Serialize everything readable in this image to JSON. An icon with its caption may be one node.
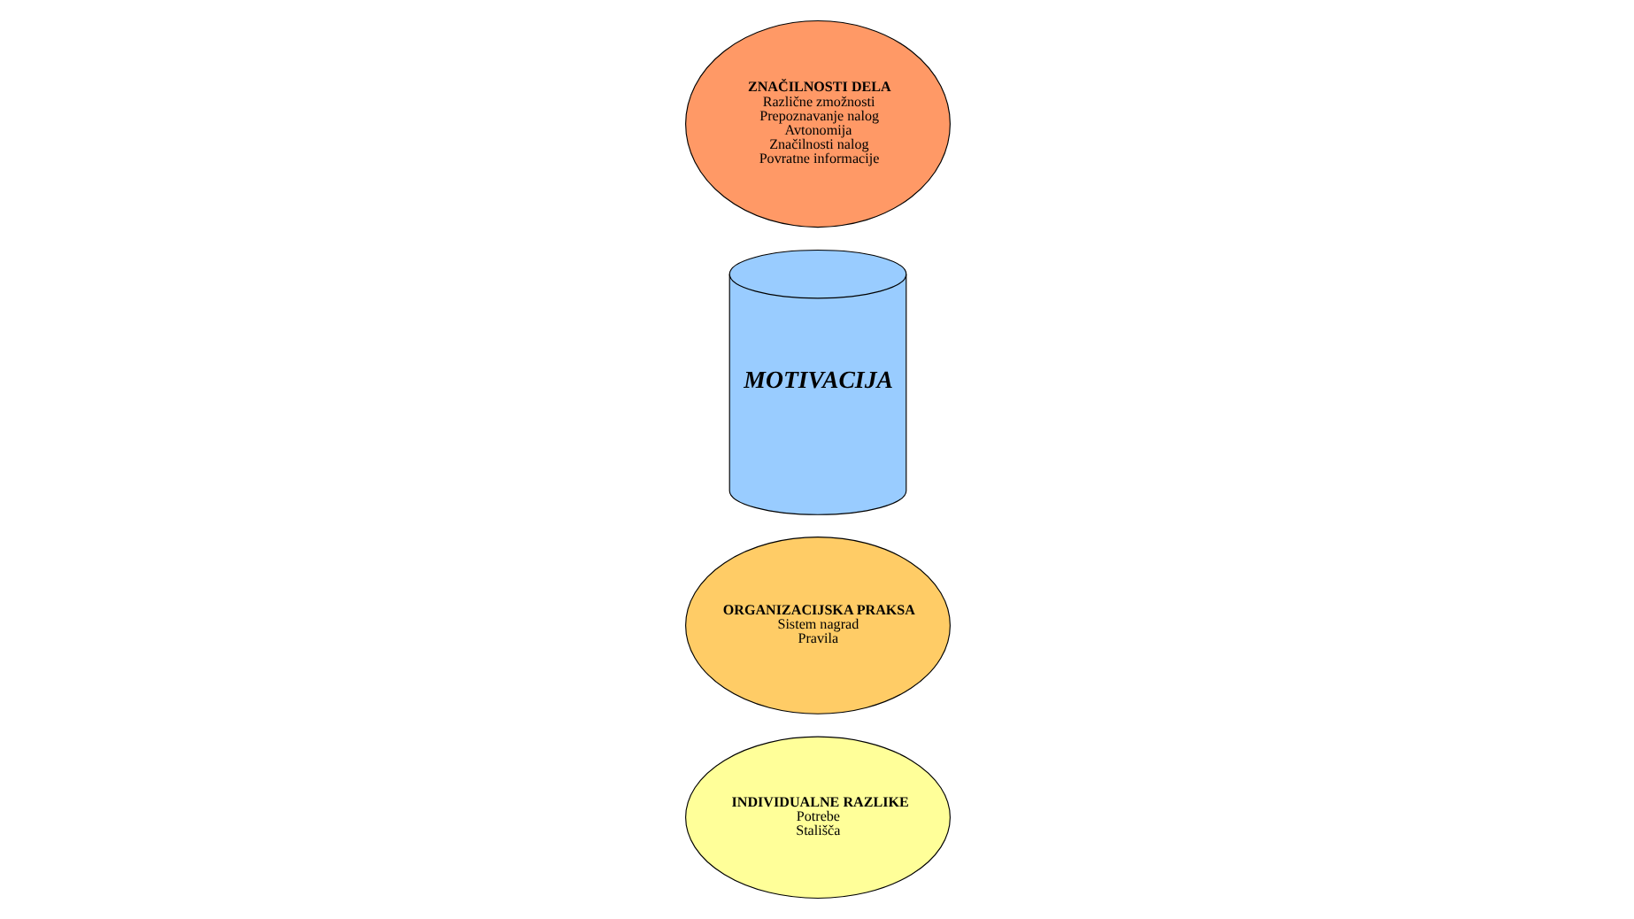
{
  "diagram": {
    "nodes": [
      {
        "text": [
          "MOTIVACIJA"
        ]
      },
      {
        "text": [
          "INDIVIDUALNE RAZLIKE",
          "Potrebe",
          "Stališča"
        ]
      },
      {
        "text": [
          "ZNAČILNOSTI DELA",
          "Različne zmožnosti",
          "Prepoznavanje nalog",
          "Avtonomija",
          "Značilnosti nalog",
          "Povratne informacije"
        ]
      },
      {
        "text": [
          "ORGANIZACIJSKA PRAKSA",
          "Sistem nagrad",
          "Pravila"
        ]
      }
    ]
  }
}
